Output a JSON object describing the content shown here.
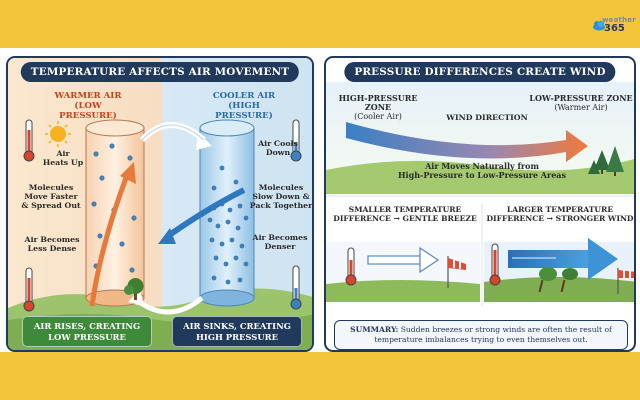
{
  "brand": {
    "small": "weather",
    "num": "365"
  },
  "left": {
    "title": "TEMPERATURE AFFECTS AIR MOVEMENT",
    "warm_heading_1": "WARMER AIR",
    "warm_heading_2": "(LOW PRESSURE)",
    "cool_heading_1": "COOLER AIR",
    "cool_heading_2": "(HIGH PRESSURE)",
    "heats_up_1": "Air",
    "heats_up_2": "Heats Up",
    "molecules_warm": [
      "Molecules",
      "Move Faster",
      "& Spread Out"
    ],
    "less_dense": [
      "Air Becomes",
      "Less Dense"
    ],
    "cools_down": [
      "Air Cools",
      "Down"
    ],
    "molecules_cool": [
      "Molecules",
      "Slow Down &",
      "Pack Together"
    ],
    "denser": [
      "Air Becomes",
      "Denser"
    ],
    "badge_rise": [
      "AIR RISES, CREATING",
      "LOW PRESSURE"
    ],
    "badge_sink": [
      "AIR SINKS, CREATING",
      "HIGH PRESSURE"
    ],
    "colors": {
      "warm": "#e8793a",
      "cool": "#3b82c4",
      "green": "#3f8a3a",
      "navy": "#213a5c"
    }
  },
  "right": {
    "title": "PRESSURE DIFFERENCES CREATE WIND",
    "high_zone": "HIGH-PRESSURE ZONE",
    "high_sub": "(Cooler Air)",
    "low_zone": "LOW-PRESSURE ZONE",
    "low_sub": "(Warmer Air)",
    "wind_direction": "WIND DIRECTION",
    "moves_1": "Air Moves Naturally from",
    "moves_2": "High-Pressure to Low-Pressure Areas",
    "smaller_1": "SMALLER TEMPERATURE",
    "smaller_2": "DIFFERENCE → GENTLE BREEZE",
    "larger_1": "LARGER TEMPERATURE",
    "larger_2": "DIFFERENCE → STRONGER WIND",
    "summary_lead": "SUMMARY:",
    "summary_text": " Sudden breezes or strong winds are often the result of temperature imbalances trying to even themselves out."
  }
}
